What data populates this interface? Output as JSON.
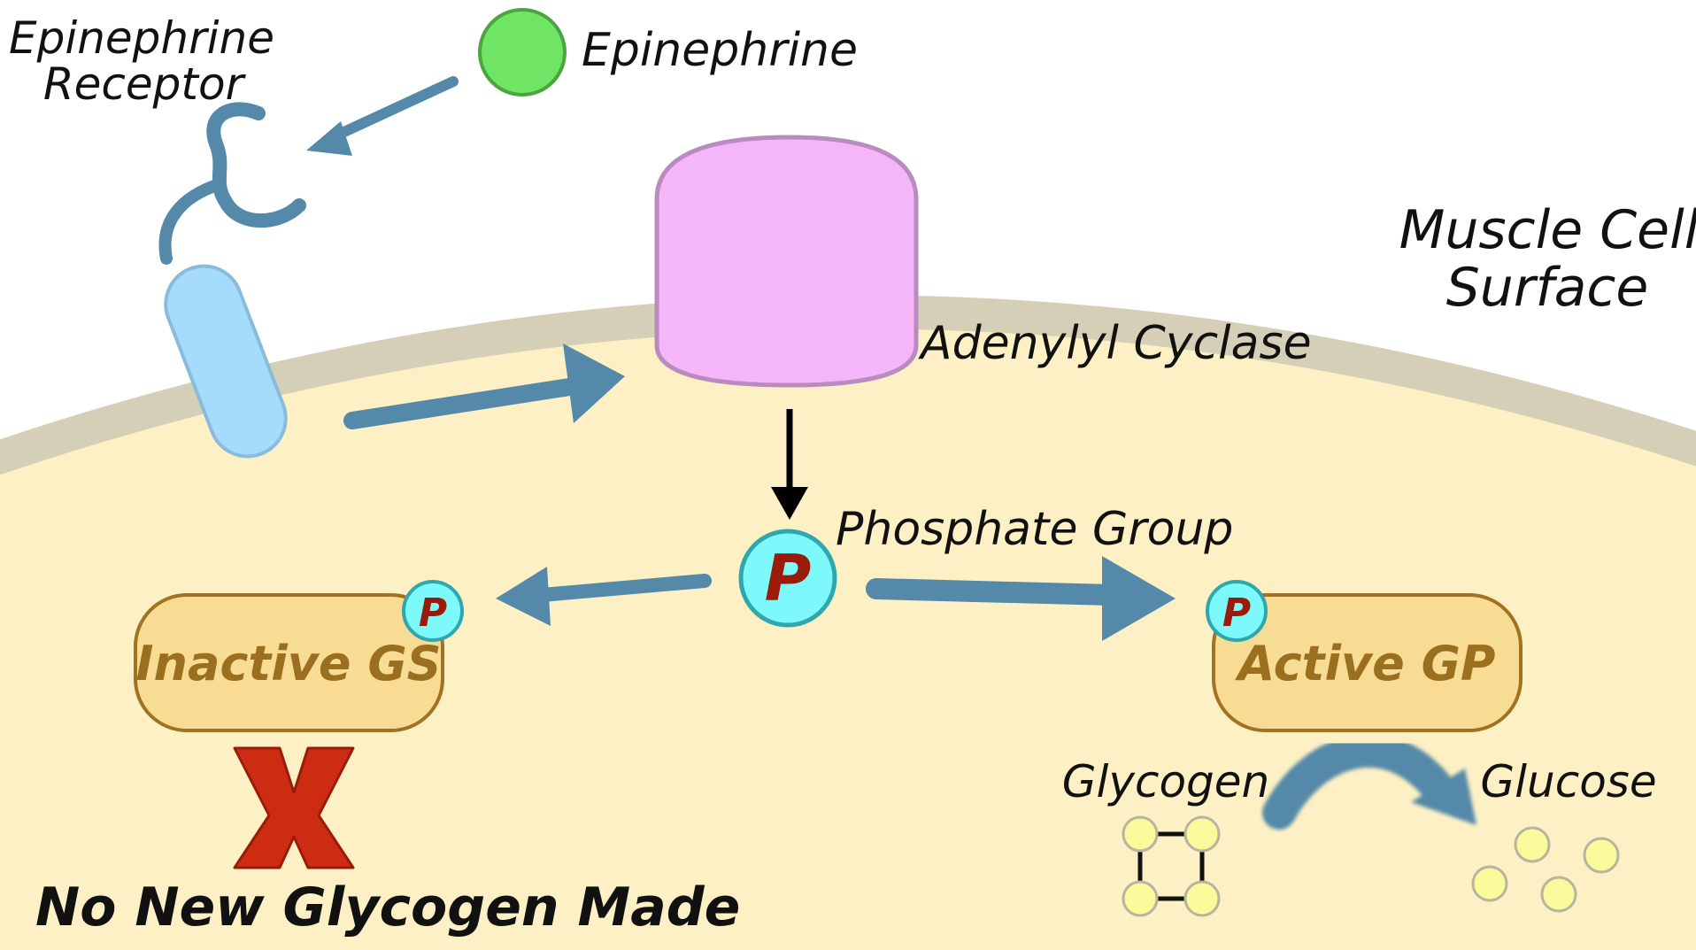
{
  "labels": {
    "receptor_line1": "Epinephrine",
    "receptor_line2": "Receptor",
    "epinephrine": "Epinephrine",
    "muscle_line1": "Muscle Cell",
    "muscle_line2": "Surface",
    "adenylyl_cyclase": "Adenylyl Cyclase",
    "phosphate_group": "Phosphate Group",
    "phosphate_symbol": "P",
    "inactive_gs": "Inactive GS",
    "active_gp": "Active GP",
    "glycogen": "Glycogen",
    "glucose": "Glucose",
    "no_new_glycogen": "No New Glycogen Made"
  },
  "colors": {
    "cytoplasm": "#fdf0c4",
    "membrane": "#d6cfb8",
    "arrow": "#5589a9",
    "receptor_tube": "#a6dcfb",
    "cyclase_fill": "#f4b6f8",
    "cyclase_stroke": "#b98bbf",
    "phosphate_fill": "#7ef9fb",
    "phosphate_text": "#9b1b0a",
    "enzyme_fill": "#f9dc93",
    "enzyme_stroke": "#a07222",
    "enzyme_text": "#9a6f1f",
    "epinephrine_fill": "#70e565",
    "glucose_fill": "#fbfa9b",
    "x_mark": "#cc2c12"
  }
}
